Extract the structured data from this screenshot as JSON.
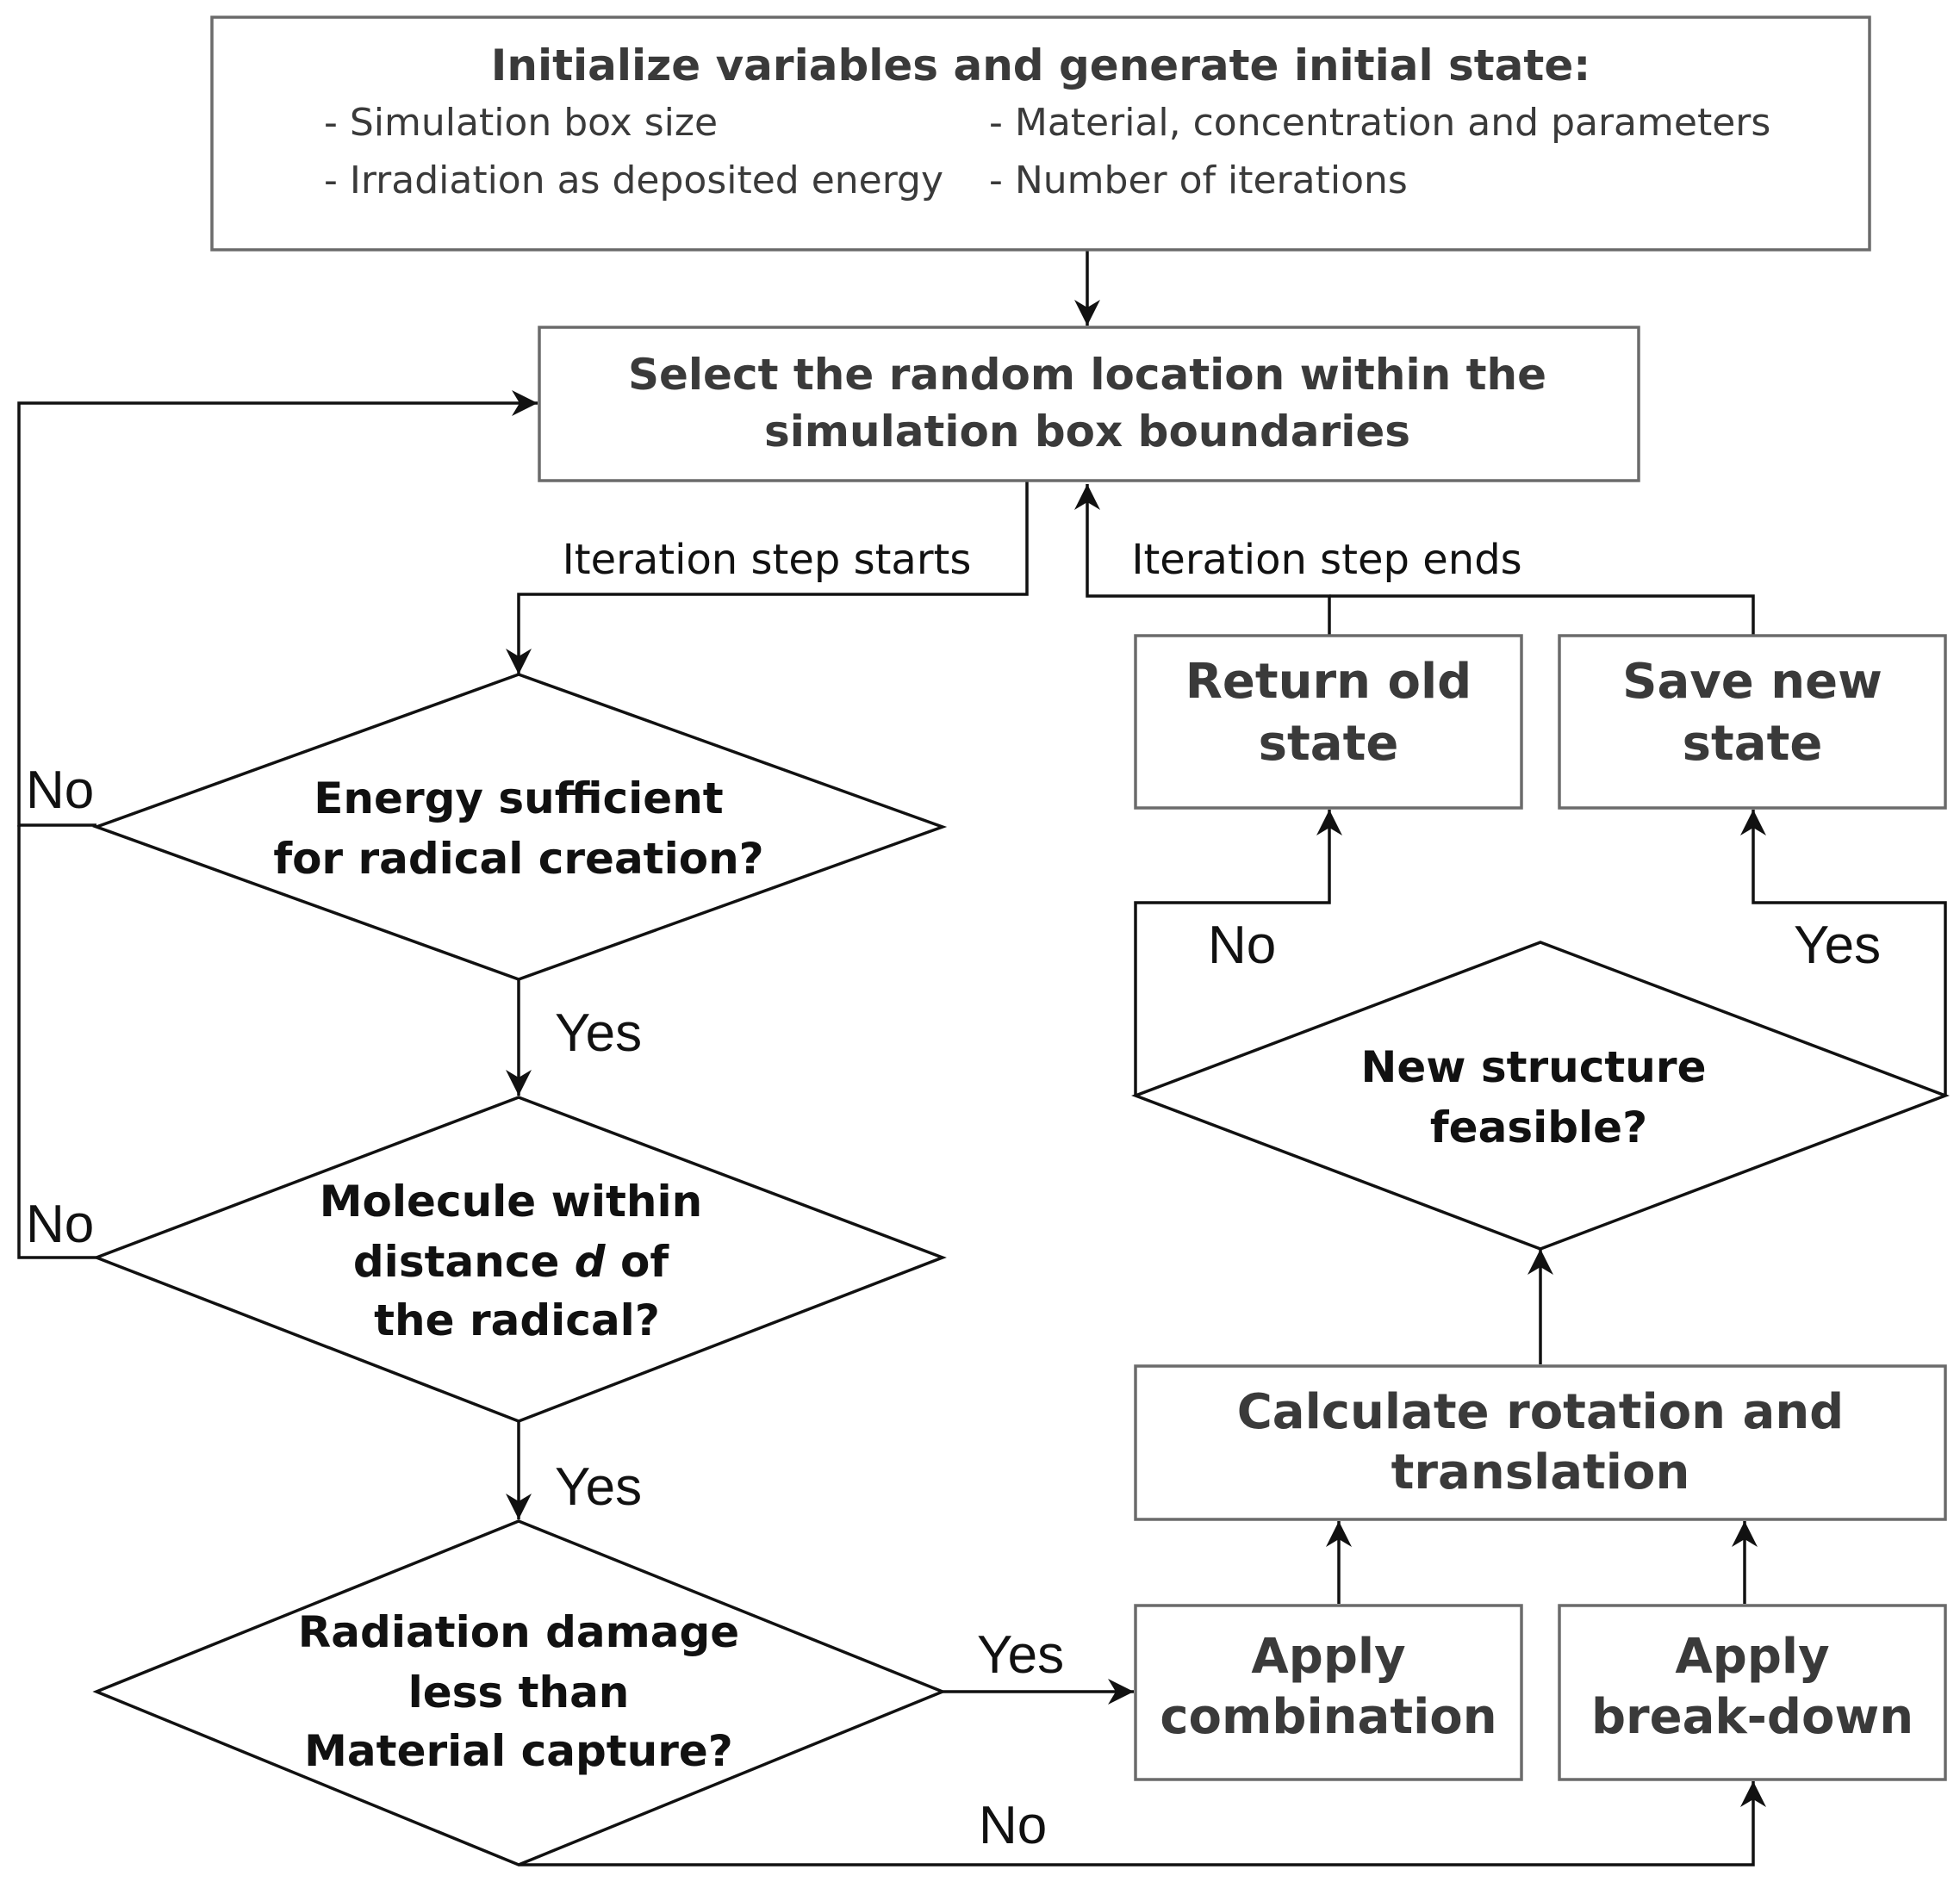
{
  "init": {
    "title": "Initialize variables and generate initial state:",
    "items": [
      "- Simulation box size",
      "- Material, concentration and parameters",
      "- Irradiation as deposited energy",
      "- Number of iterations"
    ]
  },
  "select": {
    "line1": "Select the random location within the",
    "line2": "simulation box boundaries"
  },
  "labels": {
    "step_starts": "Iteration step starts",
    "step_ends": "Iteration step ends"
  },
  "decision_energy": {
    "line1": "Energy sufficient",
    "line2": "for radical creation?"
  },
  "decision_molecule": {
    "line1": "Molecule within",
    "line2_pre": "distance ",
    "line2_var": "d",
    "line2_post": " of",
    "line3": "the  radical?"
  },
  "decision_radiation": {
    "line1": "Radiation damage",
    "line2": "less than",
    "line3": "Material capture?"
  },
  "return_old": {
    "line1": "Return old",
    "line2": "state"
  },
  "save_new": {
    "line1": "Save new",
    "line2": "state"
  },
  "decision_feasible": {
    "line1": "New structure",
    "line2": "feasible?"
  },
  "calculate": {
    "line1": "Calculate rotation and",
    "line2": "translation"
  },
  "apply_combination": {
    "line1": "Apply",
    "line2": "combination"
  },
  "apply_breakdown": {
    "line1": "Apply",
    "line2": "break-down"
  },
  "edges": {
    "energy_no": "No",
    "energy_yes": "Yes",
    "molecule_no": "No",
    "molecule_yes": "Yes",
    "radiation_yes": "Yes",
    "radiation_no": "No",
    "feasible_no": "No",
    "feasible_yes": "Yes"
  },
  "colors": {
    "box_border": "#6b6b6b",
    "text_box": "#3a3a3a",
    "text_diamond": "#111111",
    "arrow": "#111111"
  }
}
